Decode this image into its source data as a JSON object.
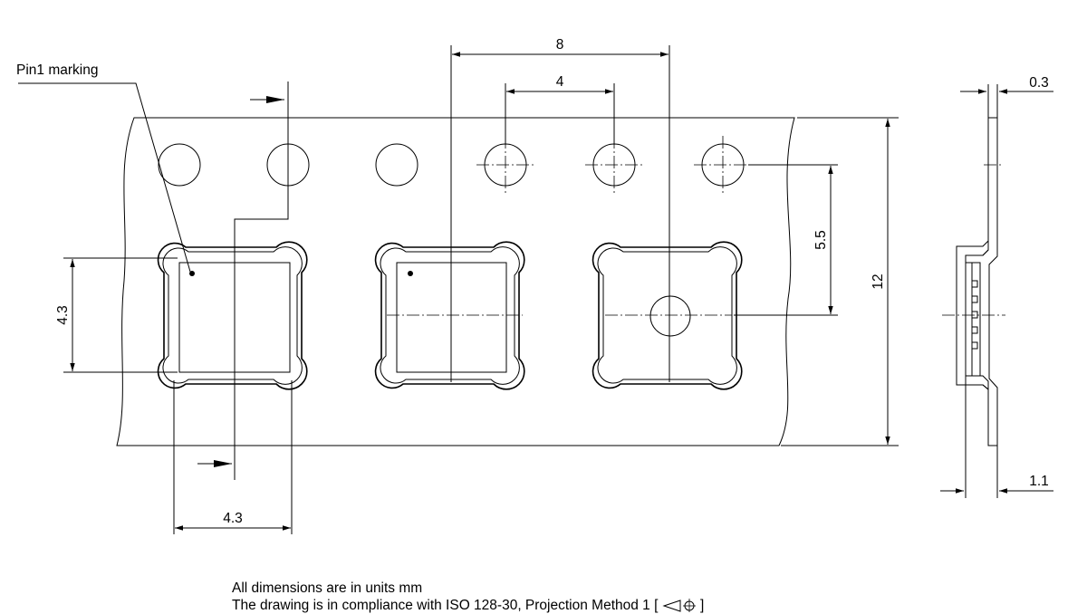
{
  "labels": {
    "pin1": "Pin1 marking",
    "dim_pitch": "8",
    "dim_hole_pitch": "4",
    "dim_hole_offset": "5.5",
    "dim_tape_width": "12",
    "dim_pocket_h": "4.3",
    "dim_pocket_w": "4.3",
    "dim_tape_thickness": "0.3",
    "dim_pocket_depth": "1.1"
  },
  "notes": {
    "line1": "All dimensions are in units mm",
    "line2": "The drawing is in compliance with ISO 128-30, Projection Method 1 [",
    "line2_end": "]"
  }
}
